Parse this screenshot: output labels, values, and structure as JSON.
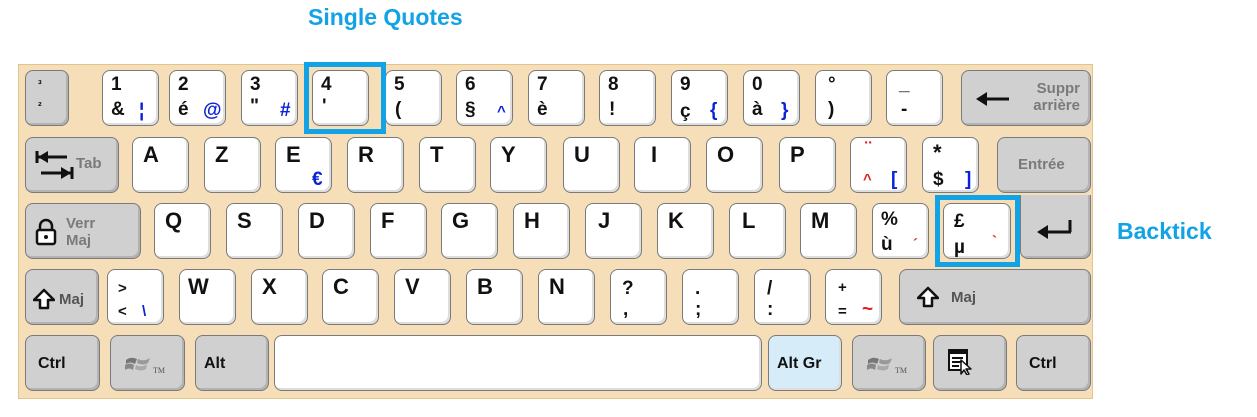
{
  "annotations": {
    "single_quotes": "Single Quotes",
    "backtick": "Backtick"
  },
  "colors": {
    "highlight": "#12a3e6",
    "altgr_char": "#0a22d8",
    "dead_key": "#e0201c",
    "keyboard_bg": "#f6dfb8"
  },
  "row1": {
    "k0": {
      "top": "³",
      "bottom": "²"
    },
    "k1": {
      "top": "1",
      "bottom": "&",
      "altgr": "¦"
    },
    "k2": {
      "top": "2",
      "bottom": "é",
      "altgr": "@"
    },
    "k3": {
      "top": "3",
      "bottom": "\"",
      "altgr": "#"
    },
    "k4": {
      "top": "4",
      "bottom": "'"
    },
    "k5": {
      "top": "5",
      "bottom": "("
    },
    "k6": {
      "top": "6",
      "bottom": "§",
      "altgr": "^"
    },
    "k7": {
      "top": "7",
      "bottom": "è"
    },
    "k8": {
      "top": "8",
      "bottom": "!"
    },
    "k9": {
      "top": "9",
      "bottom": "ç",
      "altgr": "{"
    },
    "k10": {
      "top": "0",
      "bottom": "à",
      "altgr": "}"
    },
    "k11": {
      "top": "°",
      "bottom": ")"
    },
    "k12": {
      "top": "_",
      "bottom": "-"
    },
    "backspace": {
      "line1": "Suppr",
      "line2": "arrière",
      "icon": "left-arrow-icon"
    }
  },
  "row2": {
    "tab": {
      "label": "Tab",
      "icon": "tab-arrows-icon"
    },
    "keys": [
      "A",
      "Z",
      "E",
      "R",
      "T",
      "Y",
      "U",
      "I",
      "O",
      "P"
    ],
    "e_altgr": "€",
    "dead": {
      "top": "¨",
      "bottom": "^",
      "altgr": "["
    },
    "star": {
      "top": "*",
      "bottom": "$",
      "altgr": "]"
    },
    "enter": "Entrée"
  },
  "row3": {
    "caps": {
      "line1": "Verr",
      "line2": "Maj",
      "icon": "padlock-icon"
    },
    "keys": [
      "Q",
      "S",
      "D",
      "F",
      "G",
      "H",
      "J",
      "K",
      "L",
      "M"
    ],
    "pct": {
      "top": "%",
      "bottom": "ù",
      "dead": "´"
    },
    "pound": {
      "top": "£",
      "bottom": "µ",
      "dead": "`"
    },
    "enter_icon": "return-arrow-icon"
  },
  "row4": {
    "lshift": {
      "label": "Maj",
      "icon": "shift-arrow-icon"
    },
    "angle": {
      "top": ">",
      "bottom": "<",
      "altgr": "\\"
    },
    "keys": [
      "W",
      "X",
      "C",
      "V",
      "B",
      "N"
    ],
    "q": {
      "top": "?",
      "bottom": ","
    },
    "dot": {
      "top": ".",
      "bottom": ";"
    },
    "slash": {
      "top": "/",
      "bottom": ":"
    },
    "plus": {
      "top": "+",
      "bottom": "=",
      "dead": "~"
    },
    "rshift": {
      "label": "Maj",
      "icon": "shift-arrow-icon"
    }
  },
  "row5": {
    "ctrl_left": "Ctrl",
    "win_tm": "TM",
    "alt": "Alt",
    "altgr": "Alt Gr",
    "win_tm2": "TM",
    "menu_icon": "menu-key-icon",
    "ctrl_right": "Ctrl"
  }
}
